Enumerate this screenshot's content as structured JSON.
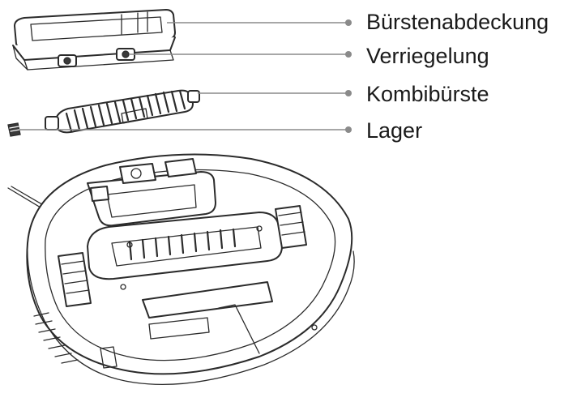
{
  "labels": {
    "brush_cover": "Bürstenabdeckung",
    "lock": "Verriegelung",
    "combo_brush": "Kombibürste",
    "bearing": "Lager"
  },
  "colors": {
    "ink": "#2b2b2b",
    "leader_line": "#8a8a8a",
    "text": "#1a1a1a",
    "background": "#ffffff"
  }
}
